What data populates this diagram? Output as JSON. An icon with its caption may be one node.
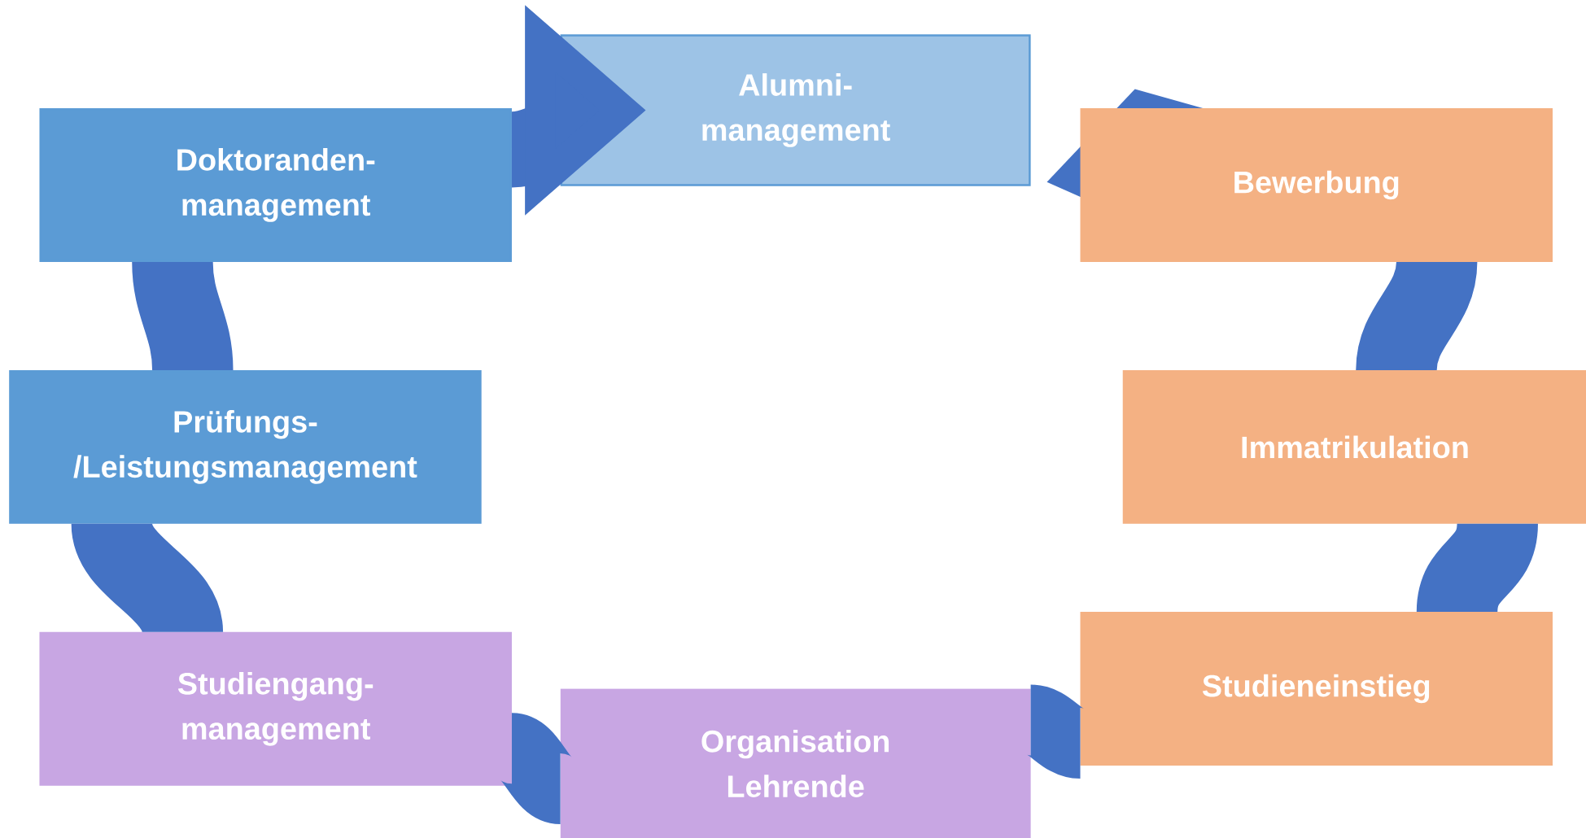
{
  "diagram": {
    "nodes": [
      {
        "text": [
          "Alumni- management"
        ]
      },
      {
        "text": [
          "Doktoranden- management"
        ]
      },
      {
        "text": [
          "Bewerbung"
        ]
      },
      {
        "text": [
          "Prüfungs- /Leistungsmanagement"
        ]
      },
      {
        "text": [
          "Immatrikulation"
        ]
      },
      {
        "text": [
          "Studiengang- management"
        ]
      },
      {
        "text": [
          "Studieneinstieg"
        ]
      },
      {
        "text": [
          "Organisation Lehrende"
        ]
      }
    ],
    "edges": [
      {
        "from": 2,
        "to": 4,
        "arrow": "none"
      },
      {
        "from": 4,
        "to": 6,
        "arrow": "none"
      },
      {
        "from": 6,
        "to": 7,
        "arrow": "none"
      },
      {
        "from": 7,
        "to": 5,
        "arrow": "none"
      },
      {
        "from": 5,
        "to": 3,
        "arrow": "none"
      },
      {
        "from": 3,
        "to": 1,
        "arrow": "none"
      },
      {
        "from": 1,
        "to": 0,
        "arrow": "to"
      }
    ]
  }
}
